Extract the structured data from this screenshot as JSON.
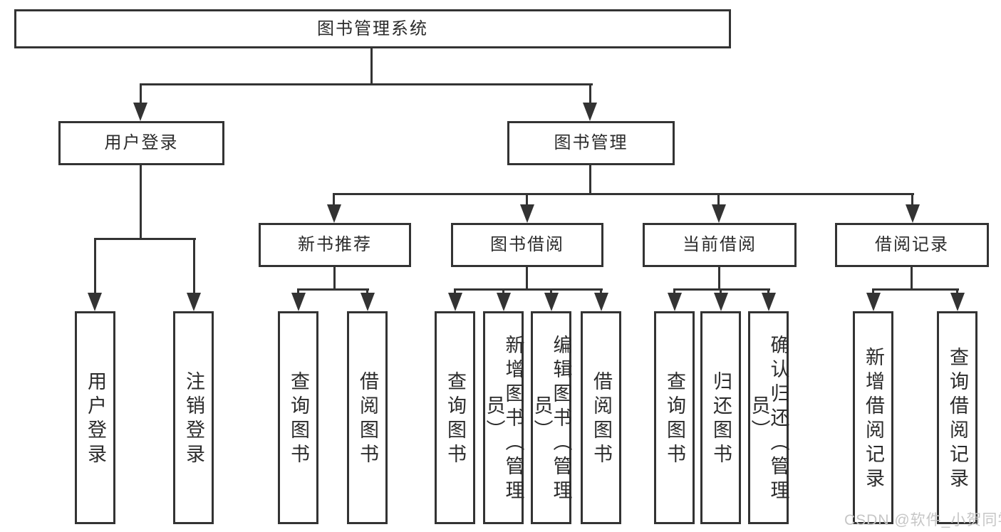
{
  "diagram": {
    "root": {
      "label": "图书管理系统"
    },
    "branches": [
      {
        "label": "用户登录",
        "children": [
          {
            "label": "用户登录"
          },
          {
            "label": "注销登录"
          }
        ]
      },
      {
        "label": "图书管理",
        "children": [
          {
            "label": "新书推荐",
            "children": [
              {
                "label": "查询图书"
              },
              {
                "label": "借阅图书"
              }
            ]
          },
          {
            "label": "图书借阅",
            "children": [
              {
                "label": "查询图书"
              },
              {
                "label": "新增图书（管理员）"
              },
              {
                "label": "编辑图书（管理员）"
              },
              {
                "label": "借阅图书"
              }
            ]
          },
          {
            "label": "当前借阅",
            "children": [
              {
                "label": "查询图书"
              },
              {
                "label": "归还图书"
              },
              {
                "label": "确认归还（管理员）"
              }
            ]
          },
          {
            "label": "借阅记录",
            "children": [
              {
                "label": "新增借阅记录"
              },
              {
                "label": "查询借阅记录"
              }
            ]
          }
        ]
      }
    ]
  },
  "watermark": {
    "text": "CSDN @软件_小贺同学"
  },
  "colors": {
    "line": "#333333",
    "box_background": "#ffffff",
    "text": "#2b2b2b",
    "watermark": "#c6c6c6"
  }
}
